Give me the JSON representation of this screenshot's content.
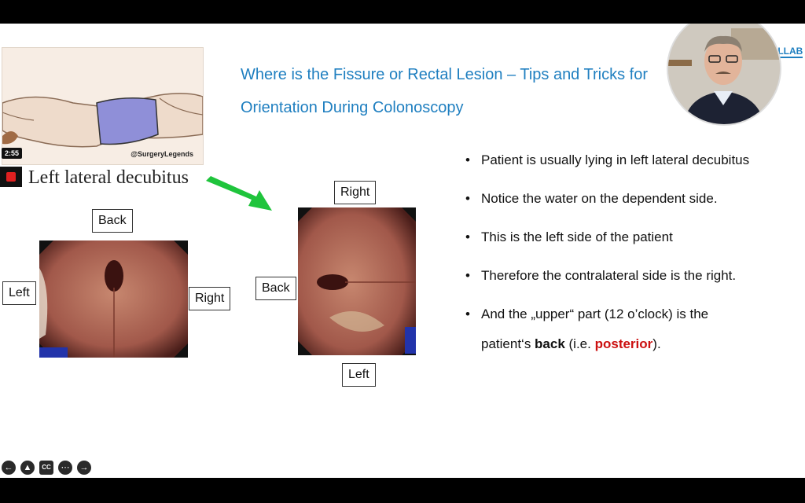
{
  "slide": {
    "title_line1": "Where is the Fissure or Rectal Lesion – Tips and Tricks for",
    "title_line2": "Orientation During Colonoscopy",
    "watermark": "@SurgeryLegends",
    "timer": "2:55",
    "position_label": "Left lateral decubitus",
    "brand": "OLLAB",
    "image1_labels": {
      "top": "Back",
      "left": "Left",
      "right": "Right"
    },
    "image2_labels": {
      "top": "Right",
      "left": "Back",
      "bottom": "Left"
    },
    "bullets": [
      {
        "text": "Patient is usually lying in left lateral decubitus"
      },
      {
        "text": "Notice the water on the dependent side."
      },
      {
        "text": "This is the left side of the patient"
      },
      {
        "text": "Therefore the contralateral side is the right."
      }
    ],
    "bullet5": {
      "part1": "And the „upper“ part (12 o’clock) is the",
      "part2": "patient‘s ",
      "bold": "back",
      "part3": " (i.e. ",
      "red": "posterior",
      "part4": ")."
    }
  },
  "colors": {
    "title": "#1f7fc0",
    "accent_red": "#cc1111",
    "arrow": "#1fc43c",
    "mucosa": "#b87060"
  },
  "controls": {
    "back_icon": "arrow-left-icon",
    "pen_icon": "pen-icon",
    "cc_label": "CC",
    "more_icon": "more-icon",
    "forward_icon": "arrow-right-icon"
  }
}
